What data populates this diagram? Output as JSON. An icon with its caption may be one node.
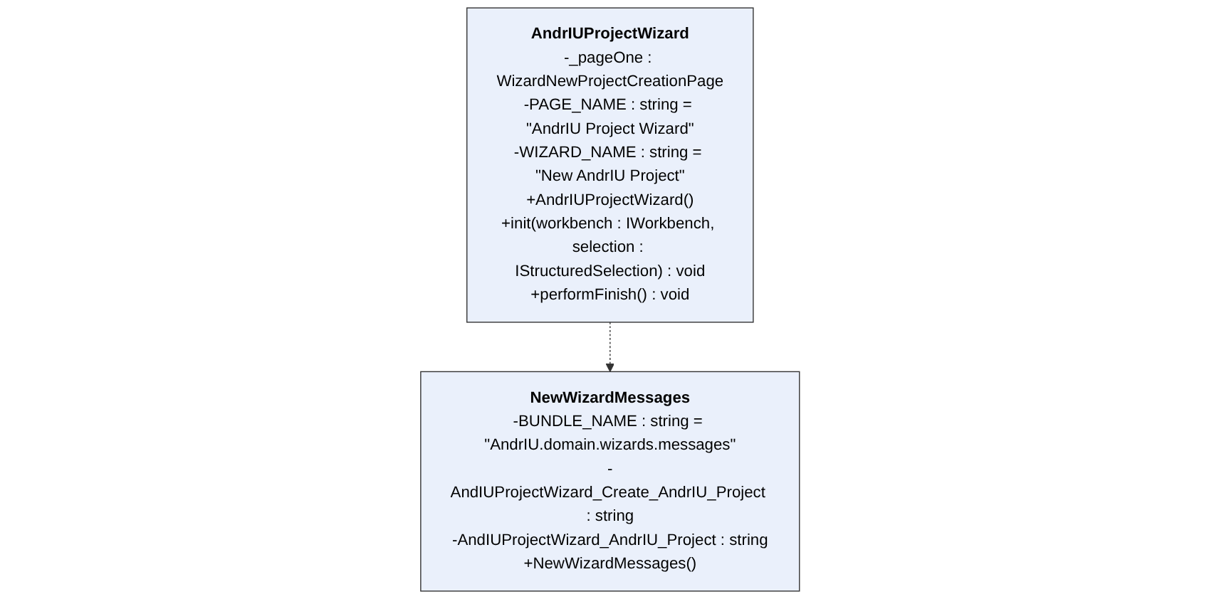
{
  "diagram": {
    "nodes": [
      {
        "text": [
          "AndrIUProjectWizard",
          "-_pageOne : WizardNewProjectCreationPage",
          "-PAGE_NAME : string = \"AndrIU Project Wizard\"",
          "-WIZARD_NAME : string = \"New AndrIU Project\"",
          "+AndrIUProjectWizard()",
          "+init(workbench : IWorkbench, selection : IStructuredSelection) : void",
          "+performFinish() : void"
        ]
      },
      {
        "text": [
          "NewWizardMessages",
          "-BUNDLE_NAME : string = \"AndrIU.domain.wizards.messages\"",
          "-AndIUProjectWizard_Create_AndrIU_Project : string",
          "-AndIUProjectWizard_AndrIU_Project : string",
          "+NewWizardMessages()"
        ]
      }
    ],
    "edges": [
      {
        "from": 0,
        "to": 1,
        "arrow": "to",
        "style": "dashed"
      }
    ]
  }
}
